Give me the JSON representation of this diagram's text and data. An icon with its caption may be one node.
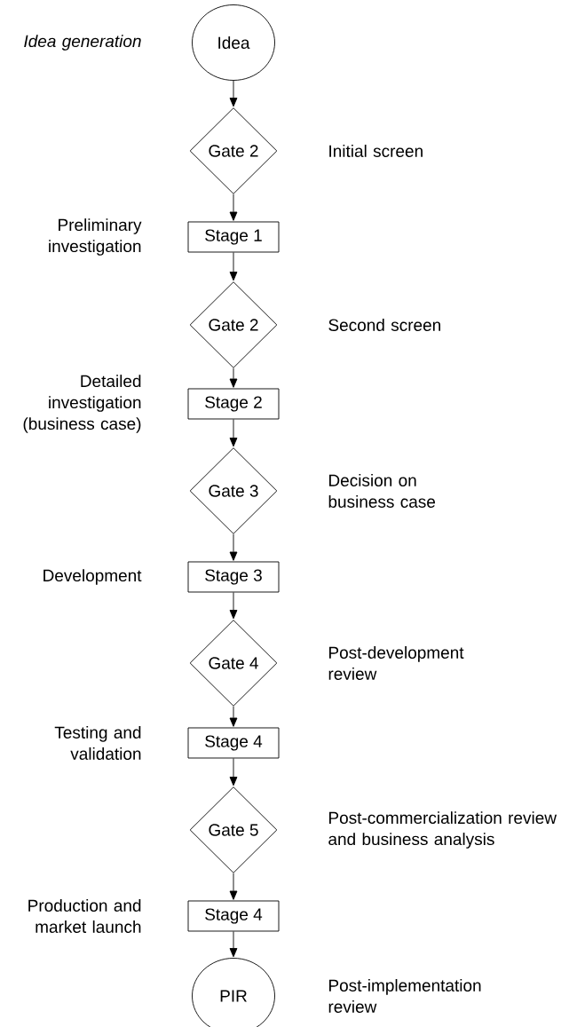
{
  "diagram": {
    "nodes": [
      {
        "text": [
          "Idea"
        ],
        "beside": [
          "Idea generation"
        ]
      },
      {
        "text": [
          "Gate 2"
        ],
        "beside": [
          "Initial screen"
        ]
      },
      {
        "text": [
          "Stage 1"
        ],
        "beside": [
          "Preliminary investigation"
        ]
      },
      {
        "text": [
          "Gate 2"
        ],
        "beside": [
          "Second screen"
        ]
      },
      {
        "text": [
          "Stage 2"
        ],
        "beside": [
          "Detailed investigation (business case)"
        ]
      },
      {
        "text": [
          "Gate 3"
        ],
        "beside": [
          "Decision on business case"
        ]
      },
      {
        "text": [
          "Stage 3"
        ],
        "beside": [
          "Development"
        ]
      },
      {
        "text": [
          "Gate 4"
        ],
        "beside": [
          "Post-development review"
        ]
      },
      {
        "text": [
          "Stage 4"
        ],
        "beside": [
          "Testing and validation"
        ]
      },
      {
        "text": [
          "Gate 5"
        ],
        "beside": [
          "Post-commercialization review and business analysis"
        ]
      },
      {
        "text": [
          "Stage 4"
        ],
        "beside": [
          "Production and market launch"
        ]
      },
      {
        "text": [
          "PIR"
        ],
        "beside": [
          "Post-implementation review"
        ]
      }
    ],
    "edges": [
      {
        "from": 0,
        "to": 1,
        "arrow": "to"
      },
      {
        "from": 1,
        "to": 2,
        "arrow": "to"
      },
      {
        "from": 2,
        "to": 3,
        "arrow": "to"
      },
      {
        "from": 3,
        "to": 4,
        "arrow": "to"
      },
      {
        "from": 4,
        "to": 5,
        "arrow": "to"
      },
      {
        "from": 5,
        "to": 6,
        "arrow": "to"
      },
      {
        "from": 6,
        "to": 7,
        "arrow": "to"
      },
      {
        "from": 7,
        "to": 8,
        "arrow": "to"
      },
      {
        "from": 8,
        "to": 9,
        "arrow": "to"
      },
      {
        "from": 9,
        "to": 10,
        "arrow": "to"
      },
      {
        "from": 10,
        "to": 11,
        "arrow": "to"
      }
    ]
  }
}
